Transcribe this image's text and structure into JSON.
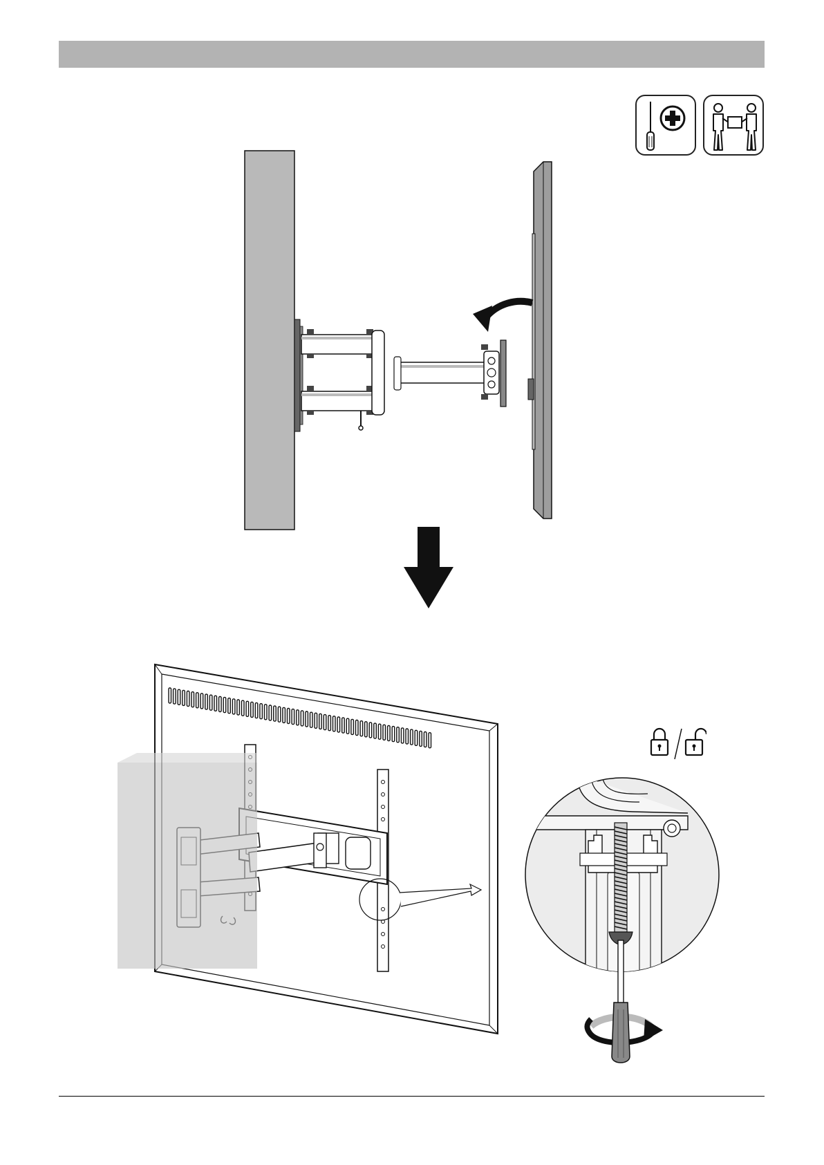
{
  "page": {
    "background": "#ffffff",
    "header_bar_color": "#b3b3b3",
    "wall_color": "#b9b9b9",
    "tv_color": "#9d9d9d",
    "line_color": "#1a1a1a"
  },
  "tool_icons": [
    {
      "name": "phillips-screwdriver-icon"
    },
    {
      "name": "two-person-lift-icon"
    }
  ],
  "steps": [
    {
      "name": "attach-tv-to-arm",
      "motion": "tilt-tv-onto-bracket"
    },
    {
      "name": "lock-safety-screw",
      "motion": "tighten-screw-clockwise"
    }
  ],
  "lock_symbol": {
    "states": [
      "locked",
      "unlocked"
    ]
  }
}
